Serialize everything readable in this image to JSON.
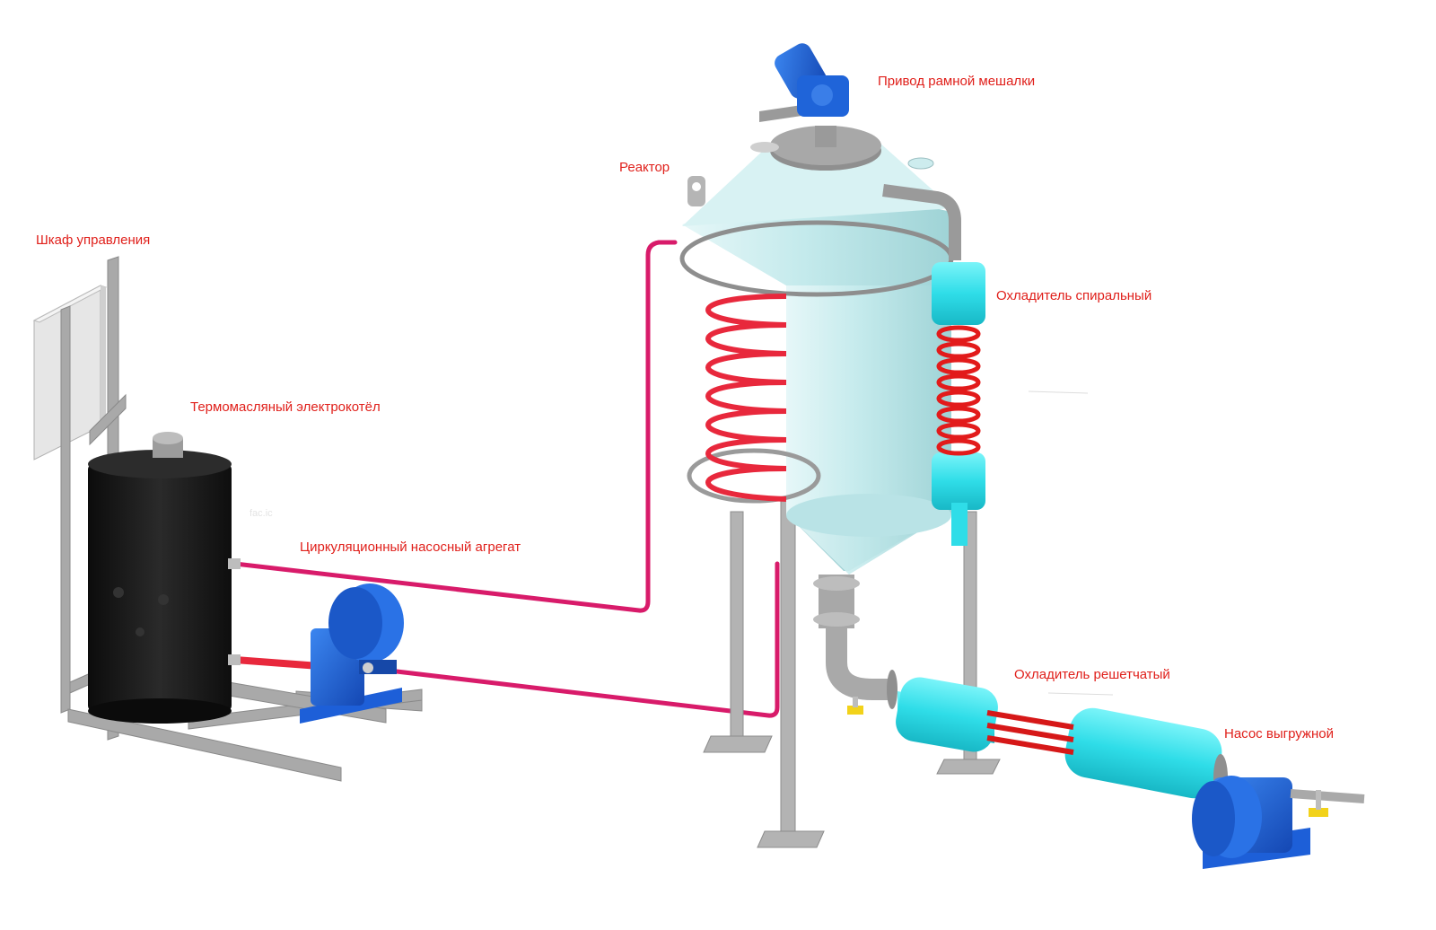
{
  "labels": {
    "control_cabinet": "Шкаф управления",
    "boiler": "Термомасляный электрокотёл",
    "circ_pump": "Циркуляционный насосный агрегат",
    "reactor": "Реактор",
    "drive": "Привод рамной мешалки",
    "spiral_cooler": "Охладитель спиральный",
    "grid_cooler": "Охладитель решетчатый",
    "discharge_pump": "Насос выгружной",
    "faint_mark": "fac.ic"
  },
  "colors": {
    "label_text": "#e0201b",
    "frame": "#a8a8a8",
    "cabinet": "#e8e8e8",
    "boiler": "#151515",
    "pump_blue": "#1d5fd8",
    "reactor_body": "#c8ecee",
    "heating_coil": "#e8283c",
    "hot_oil_pipe": "#d81b6a",
    "cooler_body": "#39e6f0",
    "cooler_spiral": "#e21b1b",
    "valve_yellow": "#f2d21a"
  }
}
